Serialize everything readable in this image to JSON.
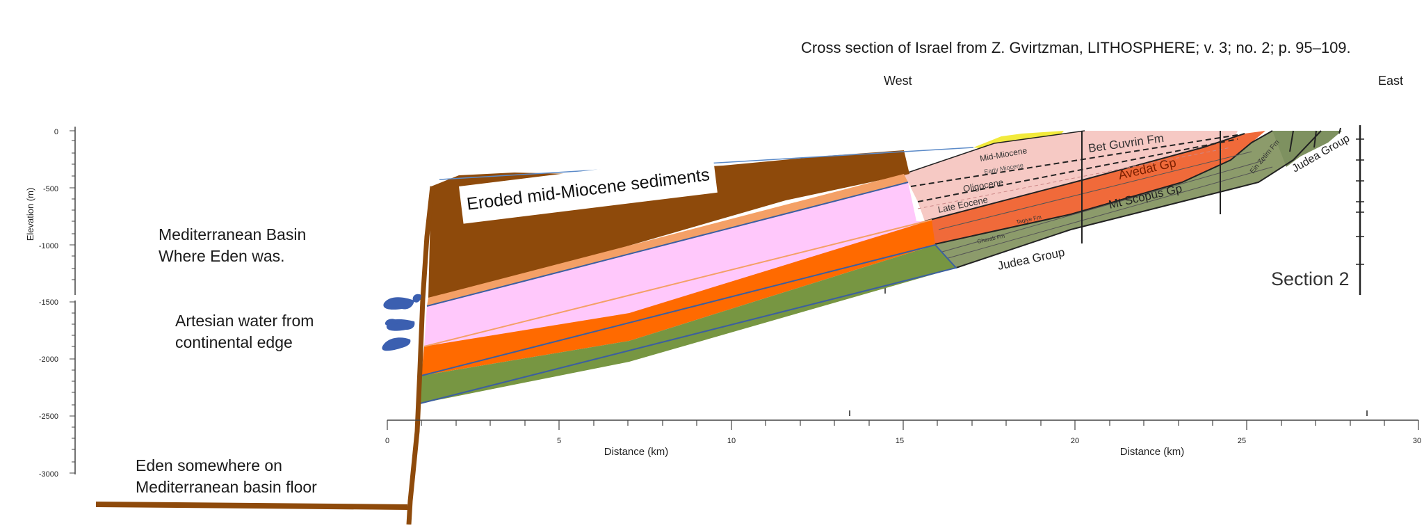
{
  "caption": "Cross section of Israel from Z. Gvirtzman, LITHOSPHERE; v. 3; no. 2; p. 95–109.",
  "direction": {
    "west": "West",
    "east": "East"
  },
  "notes": {
    "mediterranean": [
      "Mediterranean Basin",
      "Where Eden was."
    ],
    "artesian": [
      "Artesian water from",
      "continental edge"
    ],
    "eden": [
      "Eden somewhere on",
      "Mediterranean basin floor"
    ],
    "eroded": "Eroded mid-Miocene sediments",
    "section": "Section 2"
  },
  "y_axis": {
    "label": "Elevation (m)",
    "ticks": [
      "0",
      "-500",
      "-1000",
      "-1500",
      "-2000",
      "-2500",
      "-3000"
    ]
  },
  "x_axis": {
    "label": "Distance (km)",
    "ticks": [
      "0",
      "5",
      "10",
      "15",
      "20",
      "25",
      "30"
    ]
  },
  "units": {
    "bet_guvrin": "Bet Guvrin Fm",
    "avedat": "Avedat Gp",
    "mt_scopus": "Mt Scopus Gp",
    "judea_lower": "Judea Group",
    "judea_upper": "Judea Group",
    "mid_miocene": "Mid-Miocene",
    "early_miocene": "Early Miocene",
    "oligocene": "Oligocene",
    "late_eocene": "Late Eocene",
    "taqiye": "Taqiye Fm",
    "ghareb": "Gharab Fm",
    "ein_zetim": "Ein Zetim Fm"
  },
  "colors": {
    "eroded_wedge": "#8e4a0b",
    "pink_layer": "#ffc8fb",
    "orange_layer": "#ff6a00",
    "green_layer": "#779642",
    "bet_guvrin_fill": "#f6c9c4",
    "avedat_fill": "#f06a3a",
    "mt_scopus_fill": "#8c9b6b",
    "water": "#3b5fb0",
    "yellow_top": "#f2ea3c"
  }
}
